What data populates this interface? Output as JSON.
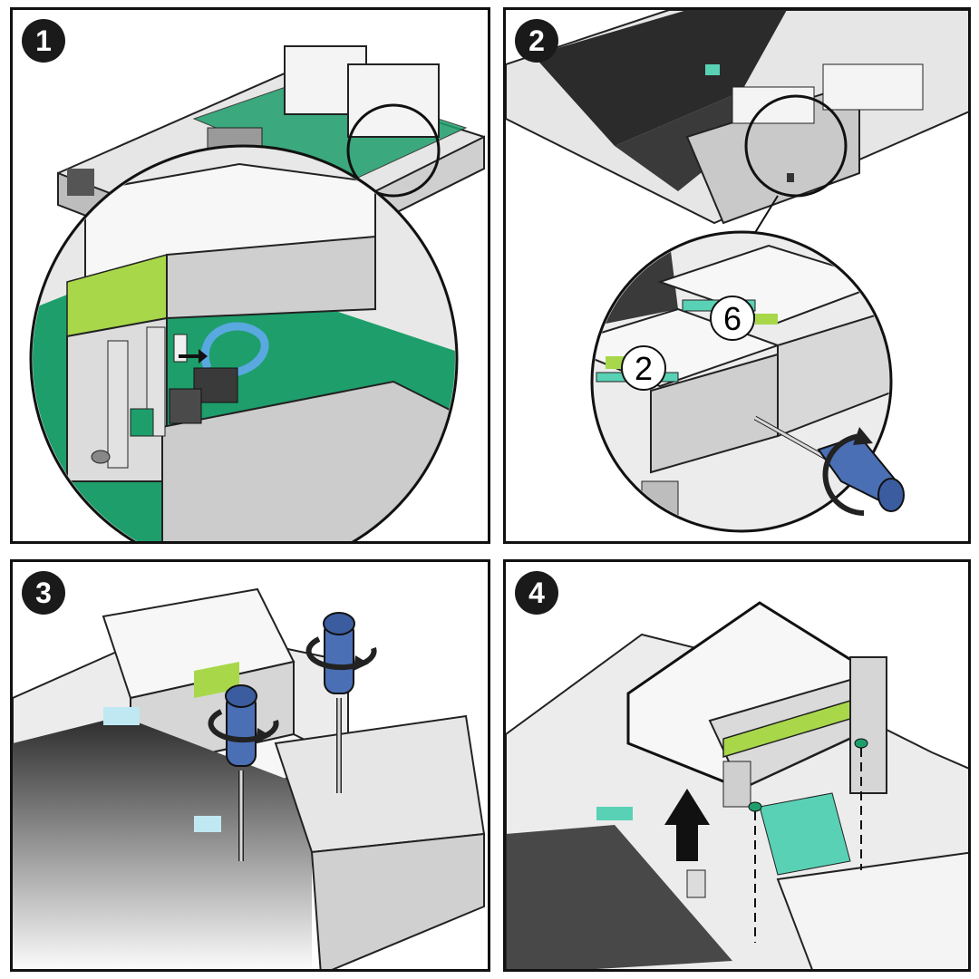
{
  "steps": [
    {
      "number": "1"
    },
    {
      "number": "2"
    },
    {
      "number": "3"
    },
    {
      "number": "4"
    }
  ],
  "callouts": {
    "slot_a": "2",
    "slot_b": "6"
  },
  "colors": {
    "board_green": "#1e9e6b",
    "label_green": "#a8d84a",
    "teal": "#59d1b5",
    "screwdriver_blue": "#4a6fb5",
    "cable_blue": "#5aa8e0",
    "dark_gray": "#2b2b2b",
    "metal": "#d9d9d9"
  },
  "icons": [
    "screwdriver-icon",
    "rotation-arrow-icon",
    "lift-arrow-icon",
    "cable-connector-icon"
  ]
}
